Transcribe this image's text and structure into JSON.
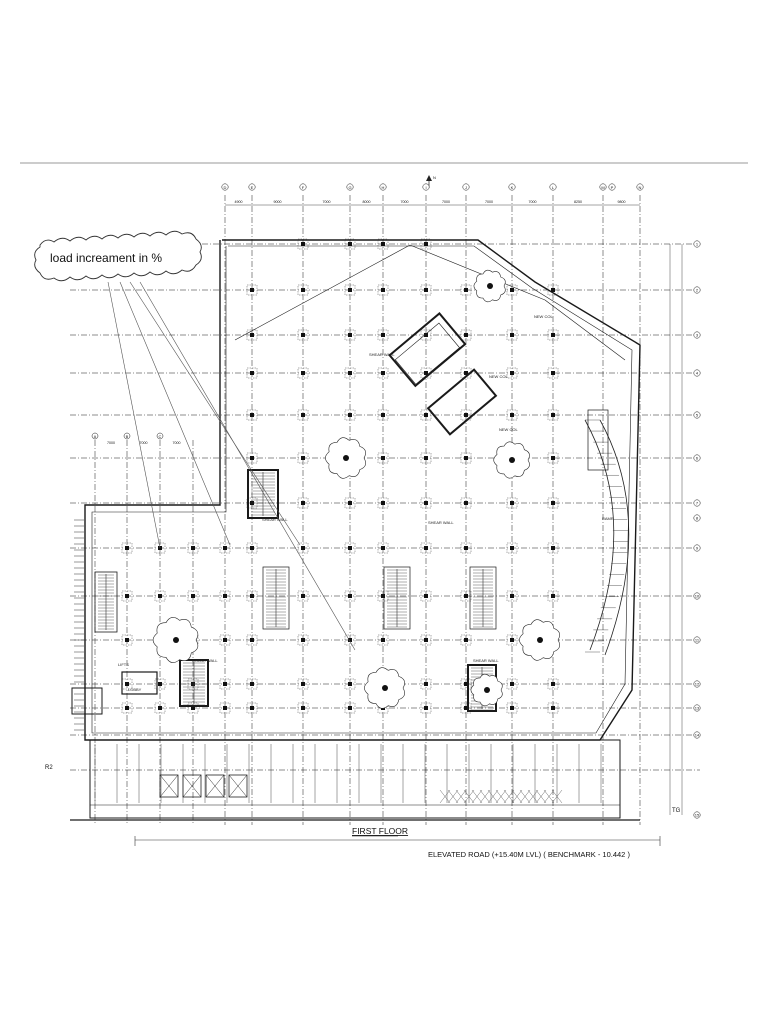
{
  "callout": {
    "text": "load increament in %"
  },
  "floor_title": "FIRST FLOOR",
  "elevation_note": "ELEVATED ROAD (+15.40M LVL) ( BENCHMARK -  10.442 )",
  "labels": {
    "shear_wall": "SHEAR WALL",
    "new_col": "NEW COL",
    "lifts": "LIFTS",
    "lobby": "LOBBY",
    "ramp": "RAMP",
    "r_label": "R2",
    "tg": "TG",
    "north": "N"
  },
  "grid": {
    "cols_top": [
      "D",
      "E",
      "F",
      "G",
      "H",
      "I",
      "J",
      "K",
      "L",
      "M",
      "N",
      "P"
    ],
    "spacings_top": [
      "4900",
      "9000",
      "7000",
      "8000",
      "7000",
      "7000",
      "7000",
      "7000",
      "8250",
      "9800"
    ],
    "rows_right": [
      "1",
      "2",
      "3",
      "4",
      "5",
      "6",
      "7",
      "8",
      "9",
      "10",
      "11",
      "12",
      "13",
      "14",
      "15"
    ],
    "cols_left": [
      "A",
      "B",
      "C"
    ],
    "spacings_left": [
      "7000",
      "7000",
      "7000"
    ]
  },
  "colors": {
    "line": "#1a1a1a",
    "paper": "#ffffff"
  }
}
